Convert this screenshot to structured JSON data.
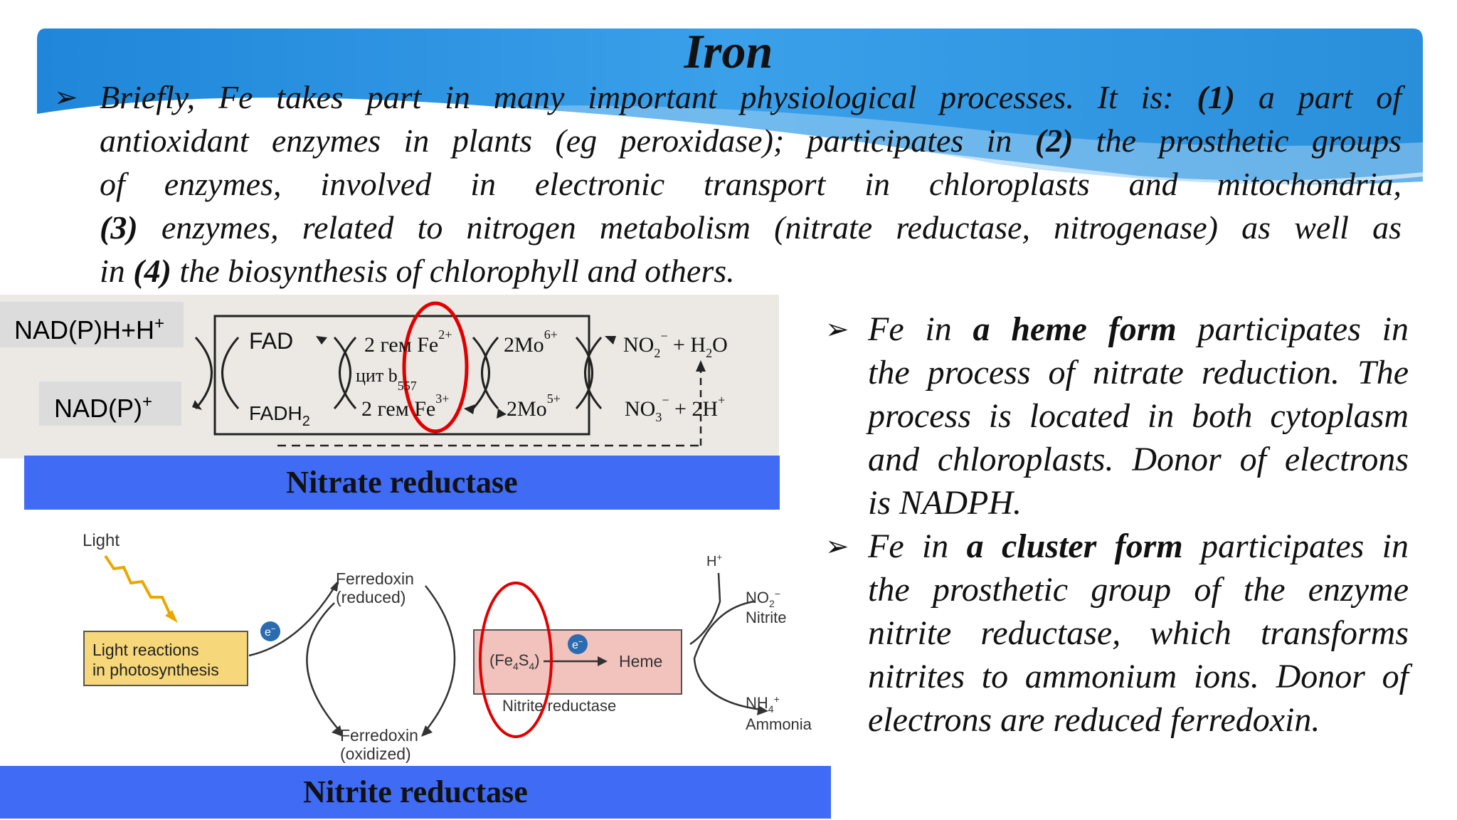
{
  "title": "Iron",
  "intro": {
    "line1_a": "Briefly, Fe takes part in many important physiological processes. It is: ",
    "ref1": "(1)",
    "line1_b": " a part of",
    "line2_a": "antioxidant enzymes in plants (eg peroxidase); participates in ",
    "ref2": "(2)",
    "line2_b": " the prosthetic groups",
    "line3": "of enzymes, involved in electronic transport in chloroplasts and mitochondria,",
    "ref3": "(3)",
    "line4_b": "  enzymes, related to nitrogen metabolism (nitrate reductase, nitrogenase) as well as",
    "line5_a": "in ",
    "ref4": "(4)",
    "line5_b": " the biosynthesis of chlorophyll and others."
  },
  "heme_point": {
    "l1_a": "Fe in ",
    "l1_bold": "a heme form",
    "l1_b": " participates in",
    "l2": "the process of nitrate reduction. The",
    "l3": "process is located in both cytoplasm",
    "l4": "and chloroplasts. Donor of electrons",
    "l5": "is NADPH."
  },
  "cluster_point": {
    "l1_a": "Fe in ",
    "l1_bold": "a cluster form",
    "l1_b": " participates in",
    "l2": "the prosthetic group of the enzyme",
    "l3": "nitrite reductase, which  transforms",
    "l4": "nitrites to ammonium ions. Donor of",
    "l5": "electrons are reduced ferredoxin."
  },
  "nitrate_diagram": {
    "nadph": "NAD(P)H+H",
    "nadph_sup": "+",
    "nadp": "NAD(P)",
    "nadp_sup": "+",
    "fad": "FAD",
    "fadh": "FADH",
    "fadh_sub": "2",
    "gem_top": "2 гем Fe",
    "gem_top_sup": "2+",
    "cyt": "цит b",
    "cyt_sub": "557",
    "gem_bot": "2 гем Fe",
    "gem_bot_sup": "3+",
    "mo_top": "2Mo",
    "mo_top_sup": "6+",
    "mo_bot": "2Mo",
    "mo_bot_sup": "5+",
    "no2": "NO",
    "no2_sub": "2",
    "no2_sup": "−",
    "h2o_plus": " + H",
    "h2o_sub": "2",
    "h2o_o": "O",
    "no3": "NO",
    "no3_sub": "3",
    "no3_sup": "−",
    "h_plus": " + 2H",
    "h_plus_sup": "+",
    "caption": "Nitrate reductase"
  },
  "nitrite_diagram": {
    "light": "Light",
    "light_reactions_1": "Light reactions",
    "light_reactions_2": "in photosynthesis",
    "electron": "e",
    "electron_sup": "−",
    "ferredoxin_red_1": "Ferredoxin",
    "ferredoxin_red_2": "(reduced)",
    "ferredoxin_ox_1": "Ferredoxin",
    "ferredoxin_ox_2": "(oxidized)",
    "fe4s4": "(Fe",
    "fe4s4_sub1": "4",
    "fe4s4_s": "S",
    "fe4s4_sub2": "4",
    "fe4s4_close": ")",
    "heme": "Heme",
    "enzyme": "Nitrite reductase",
    "h_plus": "H",
    "h_plus_sup": "+",
    "no2": "NO",
    "no2_sub": "2",
    "no2_sup": "−",
    "nitrite": "Nitrite",
    "nh4": "NH",
    "nh4_sub": "4",
    "nh4_sup": "+",
    "ammonia": "Ammonia",
    "caption": "Nitrite reductase"
  },
  "colors": {
    "banner": "#2a8fdb",
    "caption_bar": "#3f6bf5",
    "highlight_circle": "#e00000",
    "light_box": "#f6d77a",
    "enzyme_box": "#f2c2bd",
    "electron": "#2b6cb0"
  }
}
